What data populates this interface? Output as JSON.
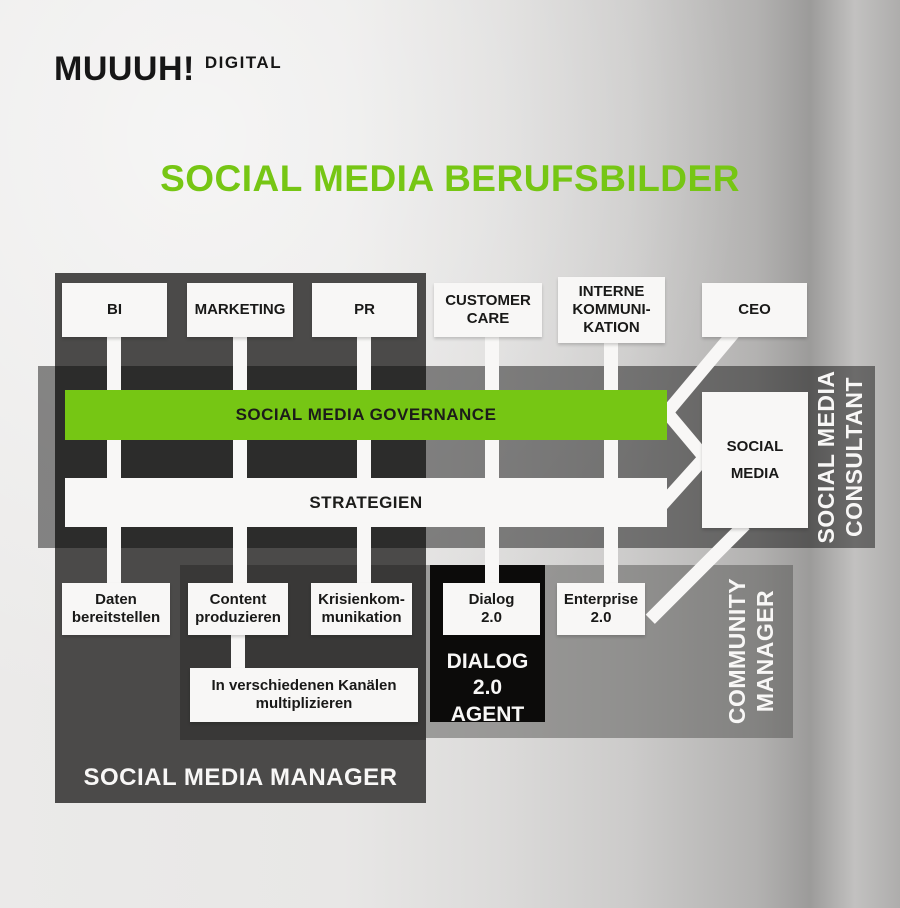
{
  "brand": {
    "name": "MUUUH!",
    "division": "DIGITAL"
  },
  "title": "SOCIAL MEDIA BERUFSBILDER",
  "colors": {
    "accent_green": "#76c614",
    "manager_gray": "#4b4a49",
    "consultant_overlay_gray": "#2e2d2c",
    "community_gray": "#8e8d8c",
    "agent_black": "#0c0b0a",
    "box_white": "#f8f7f6"
  },
  "departments": {
    "bi": "BI",
    "marketing": "MARKETING",
    "pr": "PR",
    "customer_care": "CUSTOMER\nCARE",
    "interne_kommunikation": "INTERNE\nKOMMUNI-\nKATION",
    "ceo": "CEO"
  },
  "bars": {
    "governance": "SOCIAL MEDIA GOVERNANCE",
    "strategien": "STRATEGIEN"
  },
  "tasks": {
    "daten": "Daten\nbereitstellen",
    "content": "Content\nproduzieren",
    "krisen": "Krisienkom-\nmunikation",
    "dialog": "Dialog\n2.0",
    "enterprise": "Enterprise\n2.0",
    "multiplizieren": "In verschiedenen Kanälen\nmultiplizieren"
  },
  "nodes": {
    "social_media": "SOCIAL\nMEDIA",
    "dialog_agent": "DIALOG\n2.0\nAGENT"
  },
  "roles": {
    "manager": "SOCIAL MEDIA MANAGER",
    "consultant": "SOCIAL MEDIA\nCONSULTANT",
    "community": "COMMUNITY\nMANAGER"
  }
}
